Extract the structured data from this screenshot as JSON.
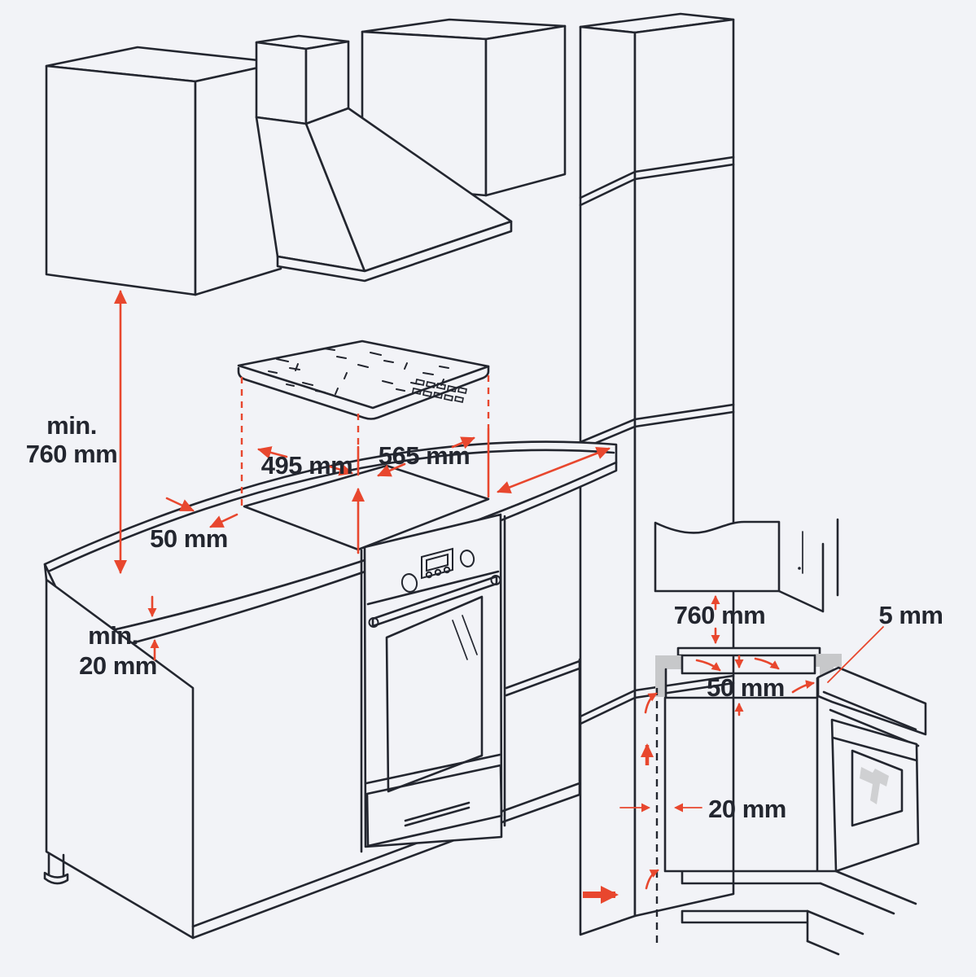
{
  "colors": {
    "bg": "#f2f3f7",
    "ink": "#23262f",
    "red": "#e8472e",
    "gray": "#c7c8ca",
    "glassgray": "#cfd0d2"
  },
  "annotations": {
    "min_hood_clearance": {
      "prefix": "min.",
      "value": "760 mm"
    },
    "cutout_depth": "495 mm",
    "cutout_width": "565 mm",
    "rear_edge_clearance": "50 mm",
    "min_worktop_thickness": {
      "prefix": "min.",
      "value": "20 mm"
    }
  },
  "detail_annotations": {
    "hood_clearance": "760 mm",
    "side_gap": "5 mm",
    "ventilation_clearance": "50 mm",
    "rear_wall_gap": "20 mm"
  }
}
